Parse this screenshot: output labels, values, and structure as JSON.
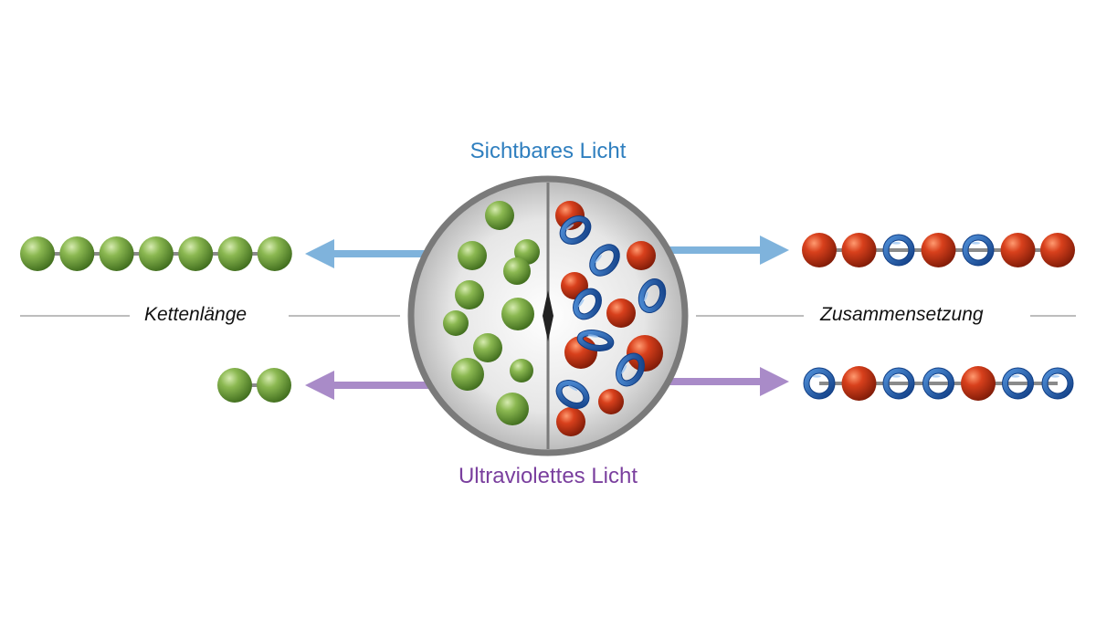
{
  "diagram": {
    "title_top": "Sichtbares Licht",
    "title_bottom": "Ultraviolettes Licht",
    "label_left": "Kettenlänge",
    "label_right": "Zusammensetzung"
  },
  "colors": {
    "visible_light": "#7fb3dc",
    "visible_light_text": "#2f7fbf",
    "uv_light": "#a98bc8",
    "uv_light_text": "#7a3f9e",
    "green_bead": "#6f9a3a",
    "red_bead": "#c8361a",
    "blue_ring": "#1f5fb0",
    "divider_line": "#bdbdbd",
    "vessel_rim": "#7a7a7a"
  },
  "icons": {
    "green_sphere": "green-monomer-icon",
    "red_sphere": "red-monomer-icon",
    "blue_ring": "blue-ring-monomer-icon"
  },
  "chains": {
    "top_left": [
      "G",
      "G",
      "G",
      "G",
      "G",
      "G",
      "G"
    ],
    "bottom_left": [
      "G",
      "G"
    ],
    "top_right": [
      "R",
      "R",
      "B",
      "R",
      "B",
      "R",
      "R"
    ],
    "bottom_right": [
      "B",
      "R",
      "B",
      "B",
      "R",
      "B",
      "B"
    ]
  }
}
